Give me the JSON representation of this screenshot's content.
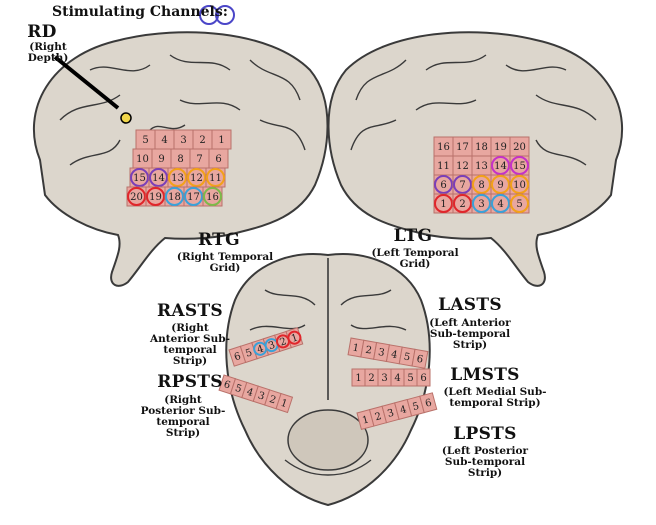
{
  "header": {
    "stimulating_channels": "Stimulating Channels:"
  },
  "labels": {
    "rd_title": "RD",
    "rd_sub": "(Right Depth)",
    "rtg_title": "RTG",
    "rtg_sub": "(Right Temporal Grid)",
    "ltg_title": "LTG",
    "ltg_sub": "(Left Temporal Grid)",
    "rasts_title": "RASTS",
    "rasts_sub": "(Right Anterior Sub-temporal Strip)",
    "rpsts_title": "RPSTS",
    "rpsts_sub": "(Right Posterior Sub-temporal Strip)",
    "lasts_title": "LASTS",
    "lasts_sub": "(Left Anterior Sub-temporal Strip)",
    "lmsts_title": "LMSTS",
    "lmsts_sub": "(Left Medial Sub-temporal Strip)",
    "lpsts_title": "LPSTS",
    "lpsts_sub": "(Left Posterior Sub-temporal Strip)"
  },
  "rtg_grid": [
    [
      "5",
      "4",
      "3",
      "2",
      "1"
    ],
    [
      "10",
      "9",
      "8",
      "7",
      "6"
    ],
    [
      "15",
      "14",
      "13",
      "12",
      "11"
    ],
    [
      "20",
      "19",
      "18",
      "17",
      "16"
    ]
  ],
  "ltg_grid": [
    [
      "16",
      "17",
      "18",
      "19",
      "20"
    ],
    [
      "11",
      "12",
      "13",
      "14",
      "15"
    ],
    [
      "6",
      "7",
      "8",
      "9",
      "10"
    ],
    [
      "1",
      "2",
      "3",
      "4",
      "5"
    ]
  ],
  "strips": {
    "rasts": [
      "6",
      "5",
      "4",
      "3",
      "2",
      "1"
    ],
    "rpsts": [
      "6",
      "5",
      "4",
      "3",
      "2",
      "1"
    ],
    "lasts": [
      "1",
      "2",
      "3",
      "4",
      "5",
      "6"
    ],
    "lmsts": [
      "1",
      "2",
      "3",
      "4",
      "5",
      "6"
    ],
    "lpsts": [
      "1",
      "2",
      "3",
      "4",
      "5",
      "6"
    ]
  },
  "colors": {
    "grid_fill": "#e8a7a0",
    "grid_line": "#b9716a",
    "brain_fill": "#dcd6cc",
    "brain_line": "#3a3a3a",
    "channel_circle": "#4b46c8",
    "red": "#e0262b",
    "orange": "#f2a11a",
    "purple": "#7a3fb8",
    "magenta": "#c531c9",
    "blue": "#3aa1d8",
    "green": "#7db94a",
    "dark_blue": "#4a4ab8"
  }
}
